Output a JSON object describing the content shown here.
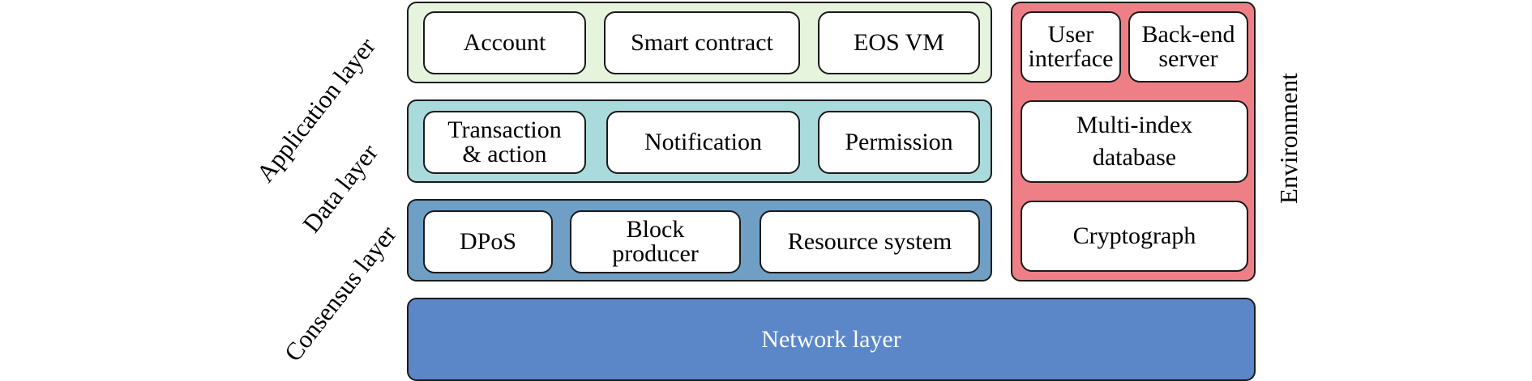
{
  "colors": {
    "application": "#e6f4dd",
    "data": "#a9dadc",
    "consensus": "#6f9fc4",
    "environment": "#ef7f86",
    "network": "#5b87c9"
  },
  "labels": {
    "application": "Application layer",
    "data": "Data layer",
    "consensus": "Consensus layer",
    "environment": "Environment"
  },
  "application_layer": [
    "Account",
    "Smart contract",
    "EOS VM"
  ],
  "data_layer": [
    "Transaction\n& action",
    "Notification",
    "Permission"
  ],
  "consensus_layer": [
    "DPoS",
    "Block\nproducer",
    "Resource system"
  ],
  "environment": [
    "User\ninterface",
    "Back-end\nserver",
    "Multi-index\ndatabase",
    "Cryptograph"
  ],
  "network_layer": "Network layer"
}
